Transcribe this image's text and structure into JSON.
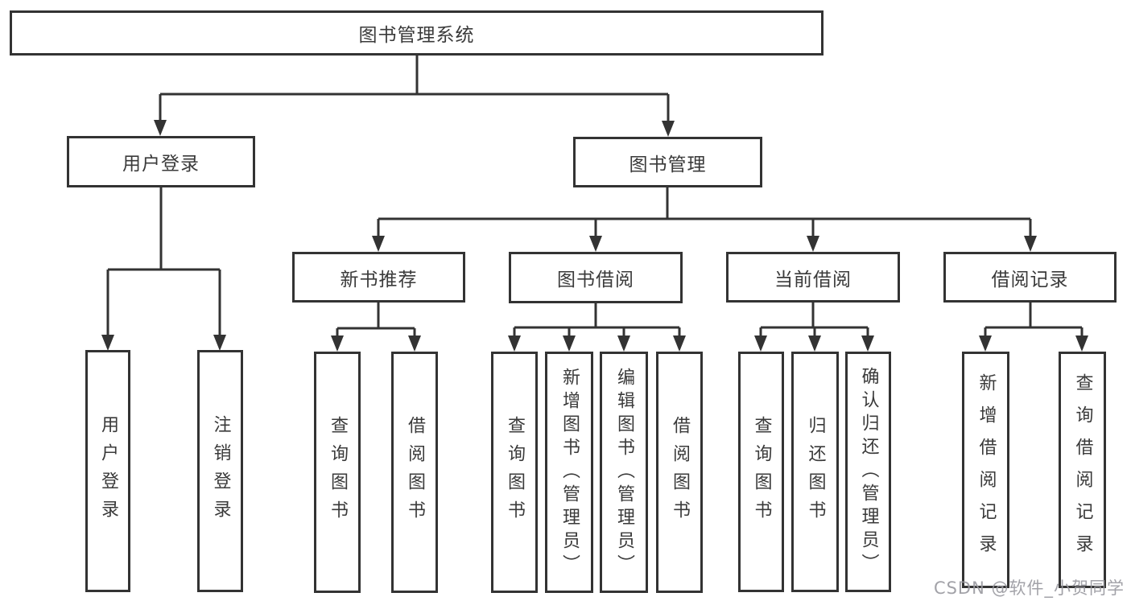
{
  "labels": {
    "root": "图书管理系统",
    "user_login_module": "用户登录",
    "book_mgmt_module": "图书管理",
    "new_book_rec": "新书推荐",
    "book_borrow": "图书借阅",
    "current_borrow": "当前借阅",
    "borrow_records": "借阅记录",
    "login": "用户登录",
    "logout": "注销登录",
    "query_book": "查询图书",
    "borrow_book": "借阅图书",
    "add_book_admin": "新增图书（管理员）",
    "edit_book_admin": "编辑图书（管理员）",
    "return_book": "归还图书",
    "confirm_return_admin": "确认归还（管理员）",
    "add_borrow_record": "新增借阅记录",
    "query_borrow_record": "查询借阅记录"
  },
  "watermark": "CSDN @软件_小贺同学",
  "hierarchy": {
    "图书管理系统": {
      "用户登录": [
        "用户登录",
        "注销登录"
      ],
      "图书管理": {
        "新书推荐": [
          "查询图书",
          "借阅图书"
        ],
        "图书借阅": [
          "查询图书",
          "新增图书（管理员）",
          "编辑图书（管理员）",
          "借阅图书"
        ],
        "当前借阅": [
          "查询图书",
          "归还图书",
          "确认归还（管理员）"
        ],
        "借阅记录": [
          "新增借阅记录",
          "查询借阅记录"
        ]
      }
    }
  },
  "colors": {
    "line": "#333333",
    "box_border": "#333333",
    "box_background": "#ffffff",
    "text": "#3a3a3a",
    "watermark": "#98989e"
  }
}
